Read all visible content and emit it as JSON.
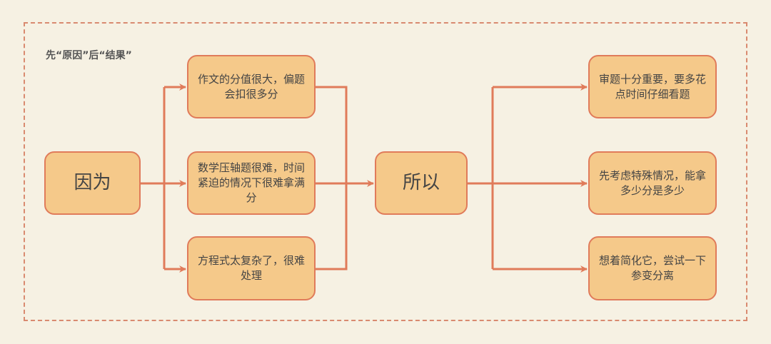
{
  "title": "先“原因”后“结果”",
  "cause_node": {
    "label": "因为"
  },
  "reasons": [
    {
      "label": "作文的分值很大，偏题会扣很多分"
    },
    {
      "label": "数学压轴题很难，时间紧迫的情况下很难拿满分"
    },
    {
      "label": "方程式太复杂了，很难处理"
    }
  ],
  "result_node": {
    "label": "所以"
  },
  "results": [
    {
      "label": "审题十分重要，要多花点时间仔细看题"
    },
    {
      "label": "先考虑特殊情况，能拿多少分是多少"
    },
    {
      "label": "想着简化它，尝试一下参变分离"
    }
  ],
  "colors": {
    "background": "#f6f1e3",
    "node_fill": "#f5c98a",
    "stroke": "#e07b5a",
    "text": "#444444"
  }
}
